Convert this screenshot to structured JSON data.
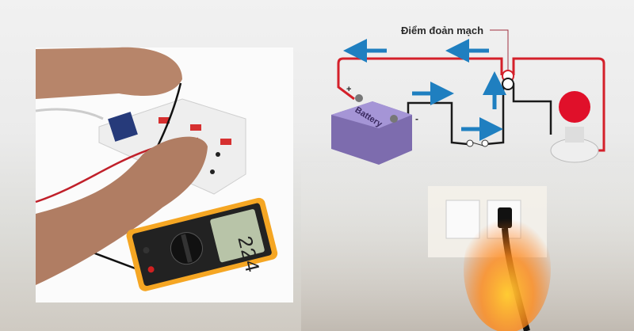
{
  "diagram": {
    "short_circuit_label": "Điểm đoản mạch",
    "battery_label": "Battery",
    "plus_sign": "+",
    "minus_sign": "-"
  },
  "multimeter": {
    "reading": "224"
  },
  "colors": {
    "wire_live": "#d4202a",
    "wire_neutral": "#1a1a1a",
    "arrow": "#1f7fc0",
    "battery": "#8a78b8",
    "bulb": "#e0102a",
    "meter_body": "#f5a623"
  }
}
